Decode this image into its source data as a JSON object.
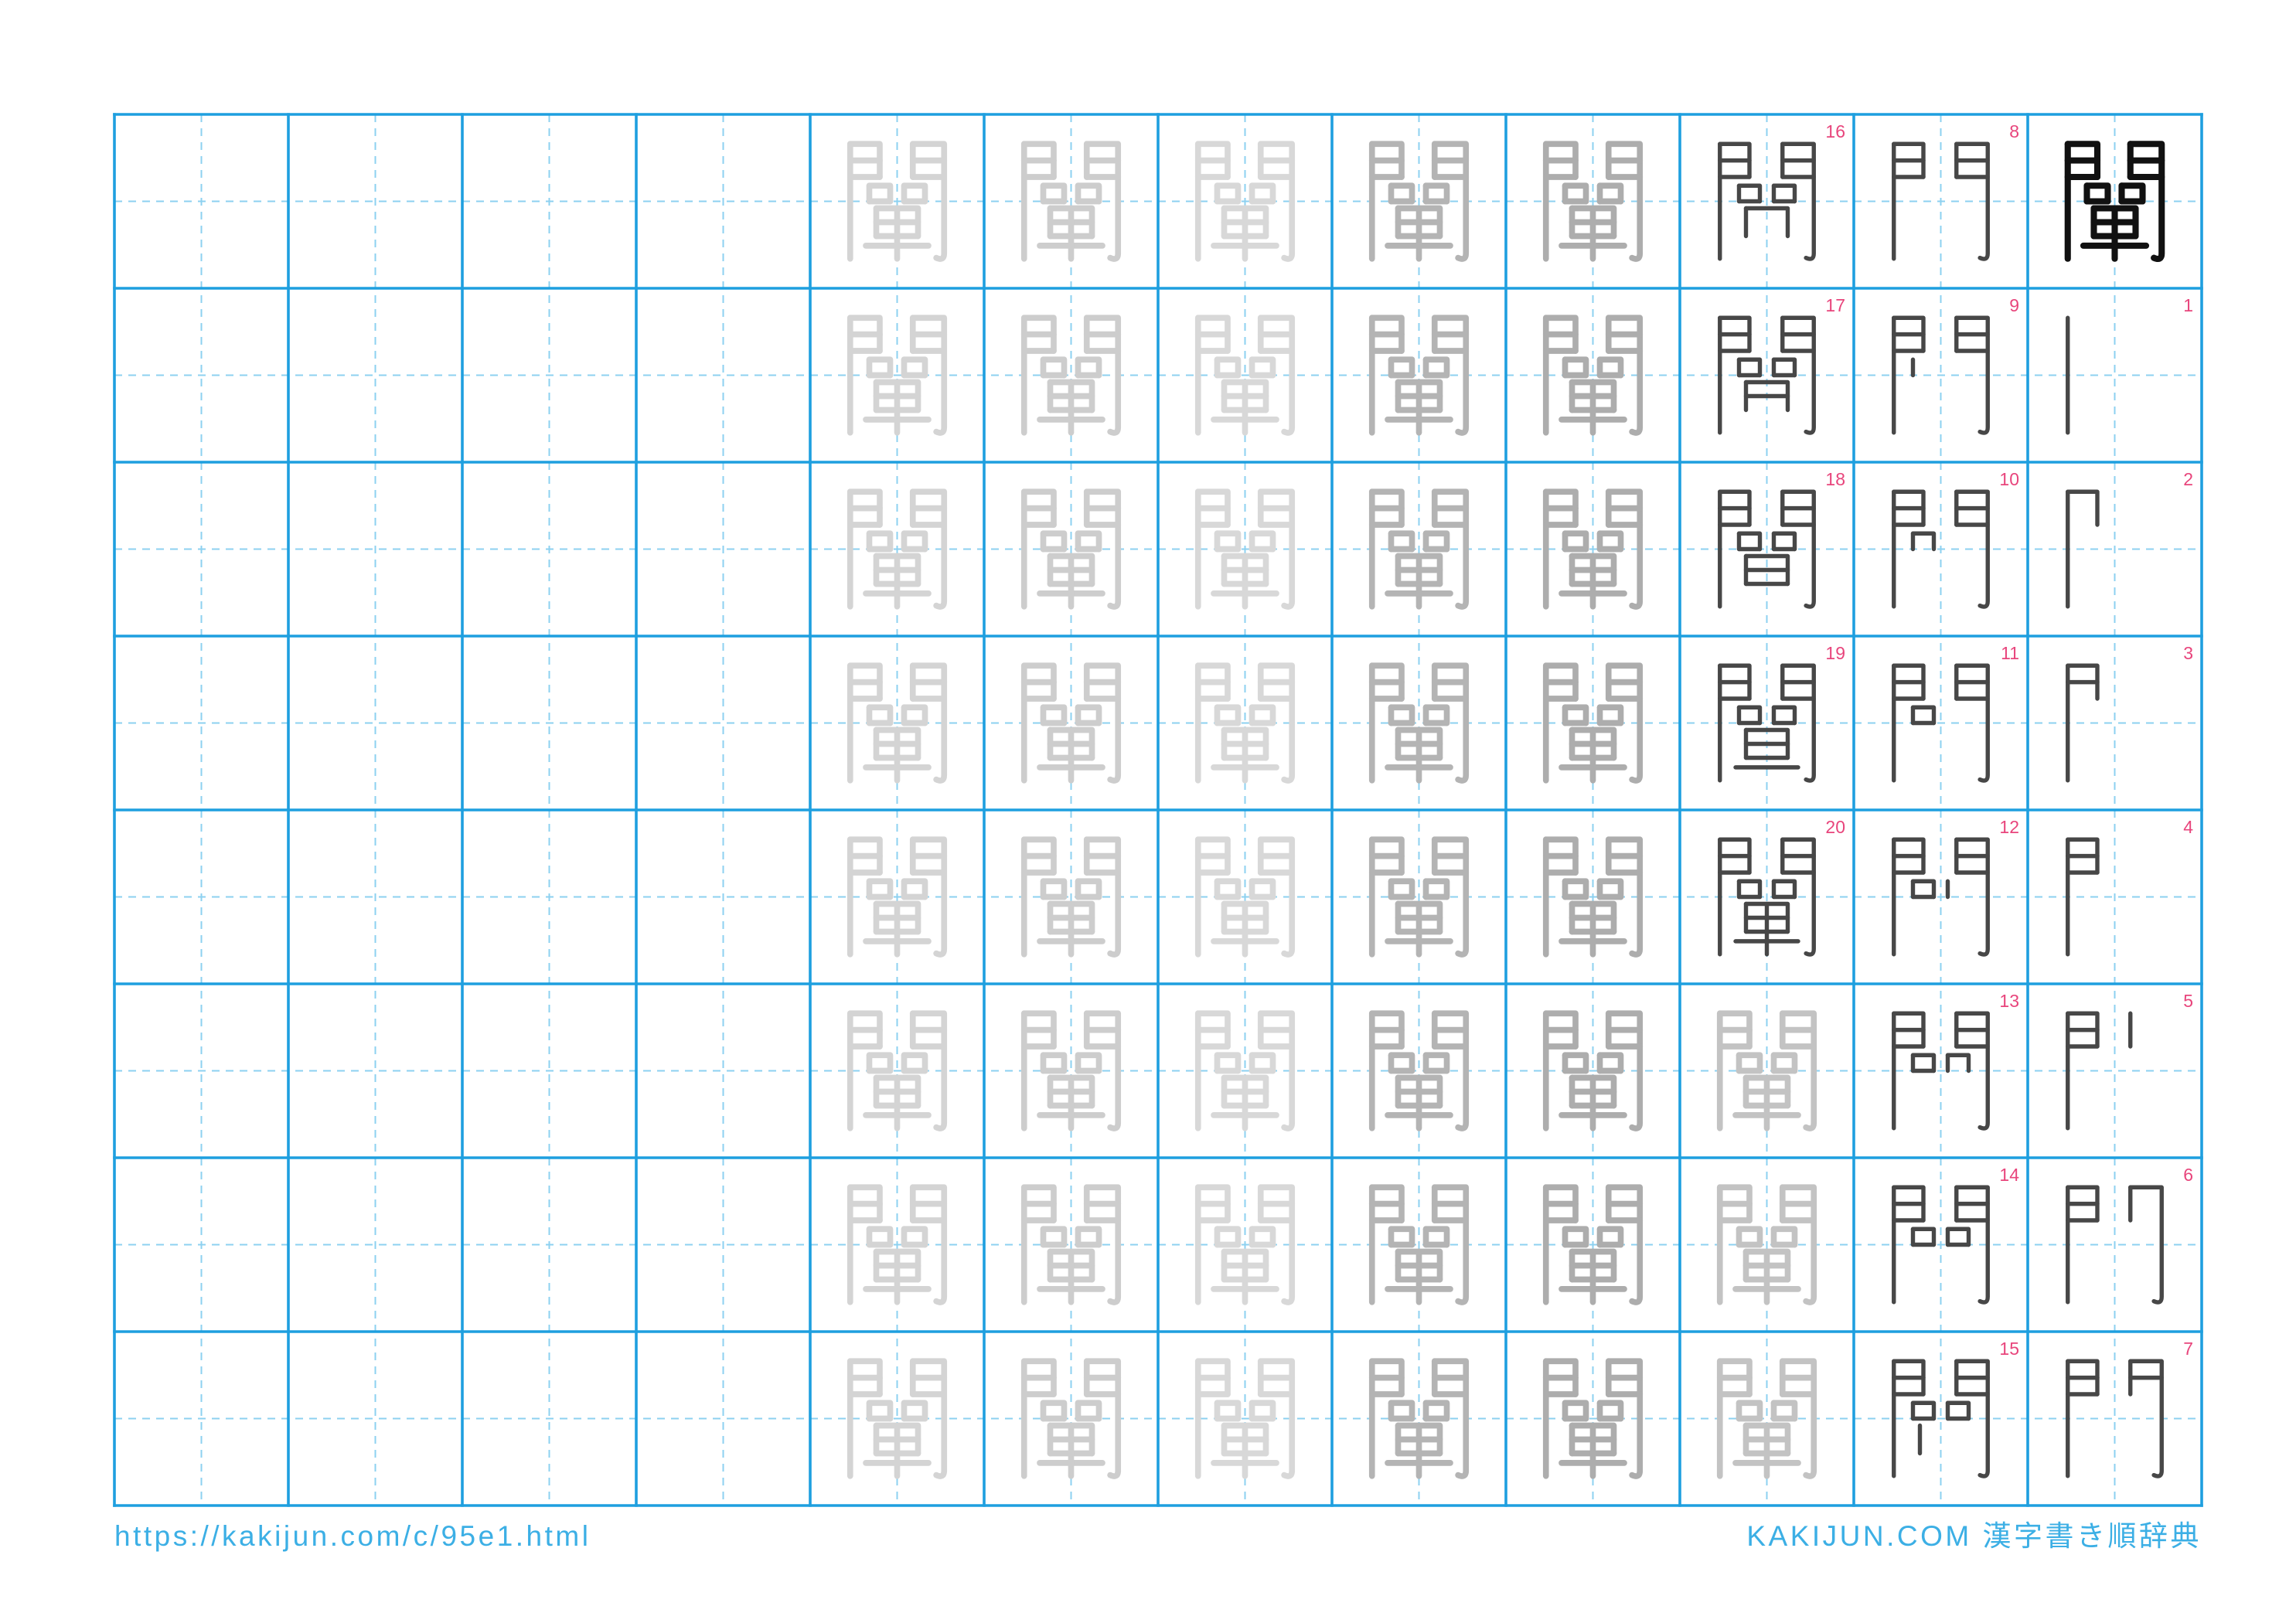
{
  "sheet": {
    "character": "闡",
    "stroke_labels": [
      "1",
      "2",
      "3",
      "4",
      "5",
      "6",
      "7",
      "8",
      "9",
      "10",
      "11",
      "12",
      "13",
      "14",
      "15",
      "16",
      "17",
      "18",
      "19",
      "20"
    ]
  },
  "footer": {
    "url": "https://kakijun.com/c/95e1.html",
    "site_name": "KAKIJUN.COM 漢字書き順辞典"
  },
  "colors": {
    "grid_line": "#1e9fdf",
    "guide_line": "#8dd1f0",
    "stroke_number": "#e8457c",
    "footer_text": "#3cafe5",
    "model_character": "#111111",
    "stroke_order_character": "#474747",
    "trace_characters": [
      "#d4d4d4",
      "#cdcdcd",
      "#d8d8d8",
      "#b4b4b4",
      "#adadad",
      "#c3c3c3"
    ]
  }
}
